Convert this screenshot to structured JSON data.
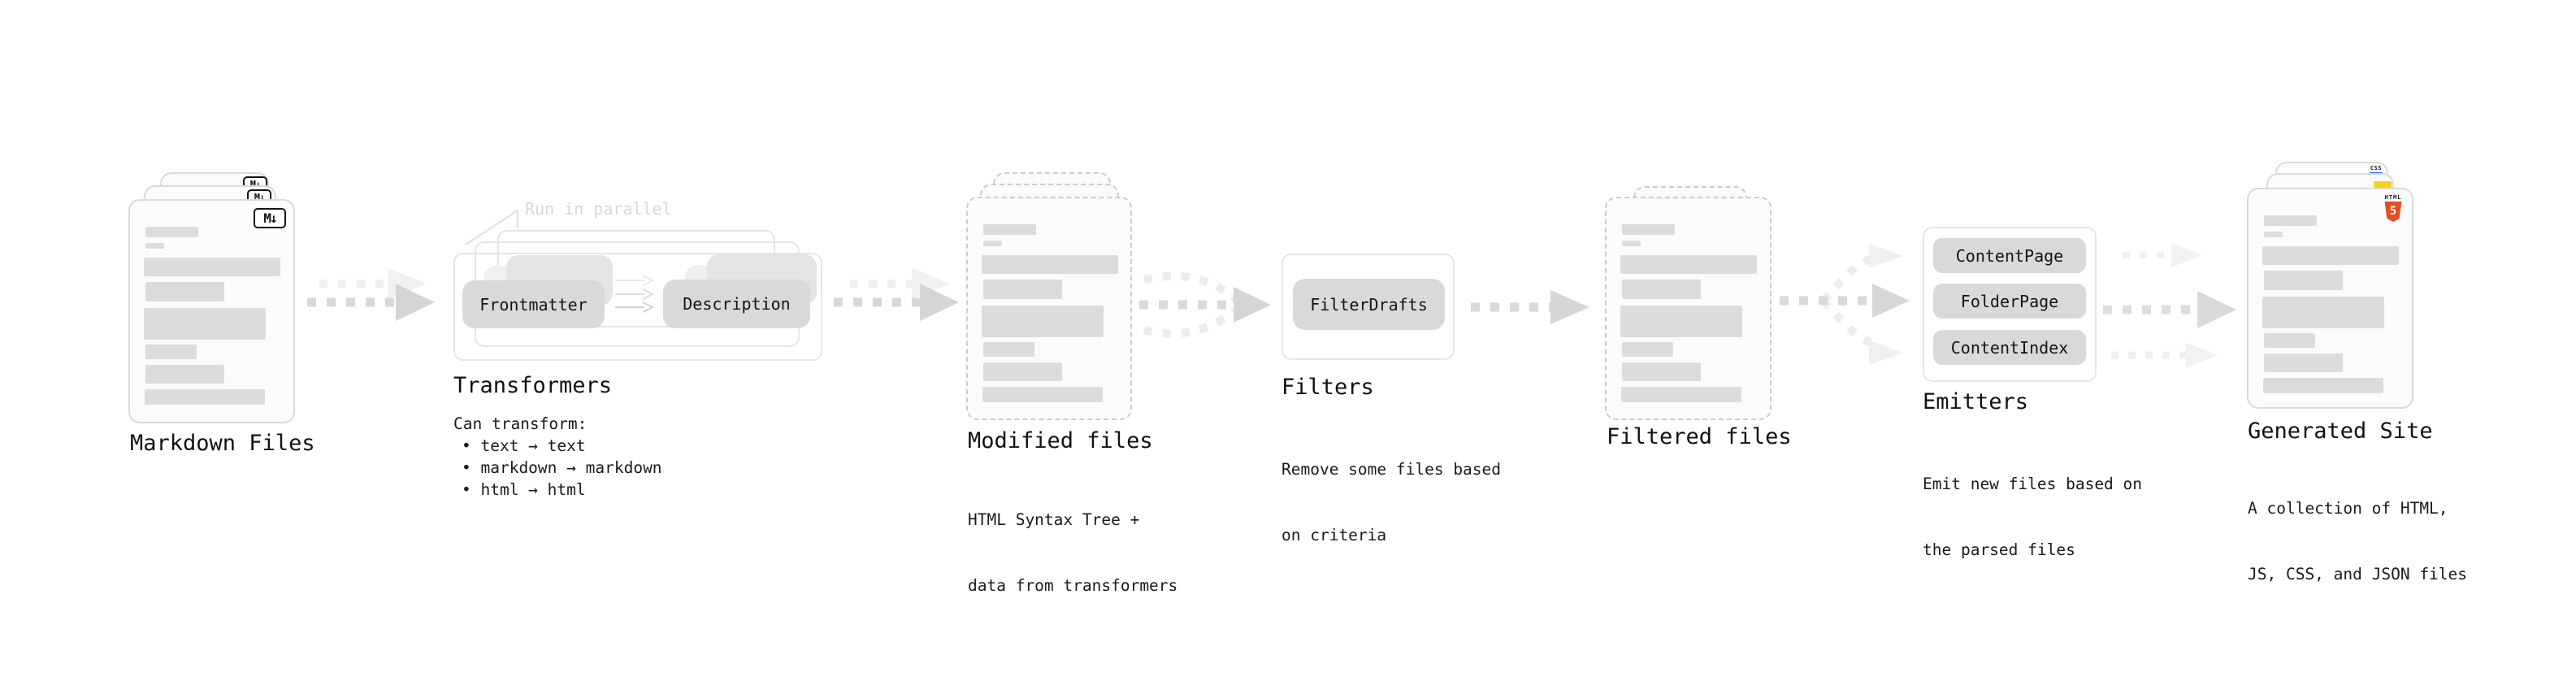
{
  "stages": {
    "markdown": {
      "title": "Markdown Files",
      "badge": "M↓"
    },
    "transformers": {
      "title": "Transformers",
      "note": "Run in parallel",
      "pill_left": "Frontmatter",
      "pill_right": "Description",
      "desc_heading": "Can transform:",
      "bullet": "• ",
      "items": [
        "text → text",
        "markdown → markdown",
        "html → html"
      ]
    },
    "modified": {
      "title": "Modified files",
      "desc_line1": "HTML Syntax Tree +",
      "desc_line2": "data from transformers"
    },
    "filters": {
      "title": "Filters",
      "pill": "FilterDrafts",
      "desc_line1": "Remove some files based",
      "desc_line2": "on criteria"
    },
    "filtered": {
      "title": "Filtered files"
    },
    "emitters": {
      "title": "Emitters",
      "pills": [
        "ContentPage",
        "FolderPage",
        "ContentIndex"
      ],
      "desc_line1": "Emit new files based on",
      "desc_line2": "the parsed files"
    },
    "generated": {
      "title": "Generated Site",
      "desc_line1": "A collection of HTML,",
      "desc_line2": "JS, CSS, and JSON files",
      "badge_css": "CSS",
      "badge_html_label": "HTML",
      "badge_html_number": "5"
    }
  },
  "colors": {
    "html5_orange": "#e44d26",
    "js_yellow": "#f2d51f",
    "css_blue": "#2965f1",
    "card_border": "#dadada",
    "skeleton_bar": "#dcdcdc",
    "pill_gray": "#d9d9d9",
    "arrow_gray": "#d6d6d6",
    "arrow_light": "#efefef",
    "text_dark": "#111111",
    "note_gray": "#d8d8d8"
  }
}
